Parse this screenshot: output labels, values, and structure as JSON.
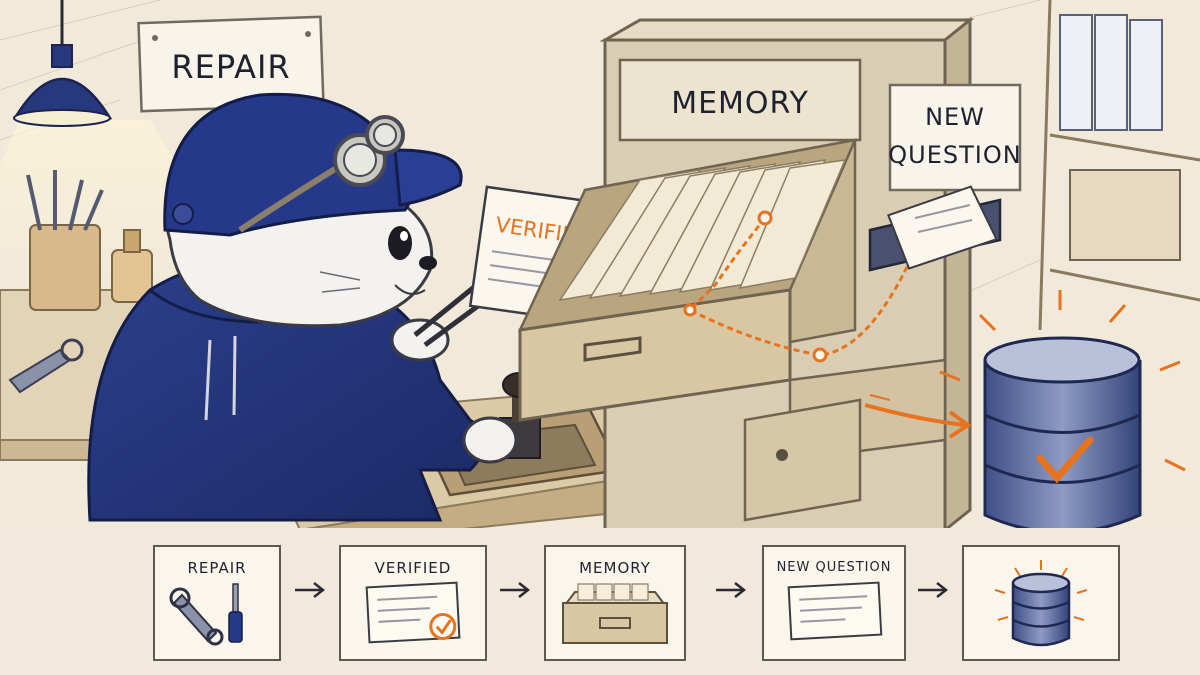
{
  "scene": {
    "repair_sign": "REPAIR",
    "verified_tag": "VERIFIED",
    "memory_label": "MEMORY",
    "new_question_line1": "NEW",
    "new_question_line2": "QUESTION"
  },
  "flow": {
    "steps": [
      {
        "label": "REPAIR",
        "icon": "wrench-screwdriver-icon"
      },
      {
        "label": "VERIFIED",
        "icon": "verified-card-icon"
      },
      {
        "label": "MEMORY",
        "icon": "card-drawer-icon"
      },
      {
        "label": "NEW QUESTION",
        "icon": "question-card-icon"
      },
      {
        "label": "",
        "icon": "database-check-icon"
      }
    ]
  },
  "colors": {
    "navy": "#23357a",
    "orange": "#e8731e",
    "paper": "#f3ecdf",
    "wood": "#d9c6a3",
    "ink": "#2a2a33"
  }
}
